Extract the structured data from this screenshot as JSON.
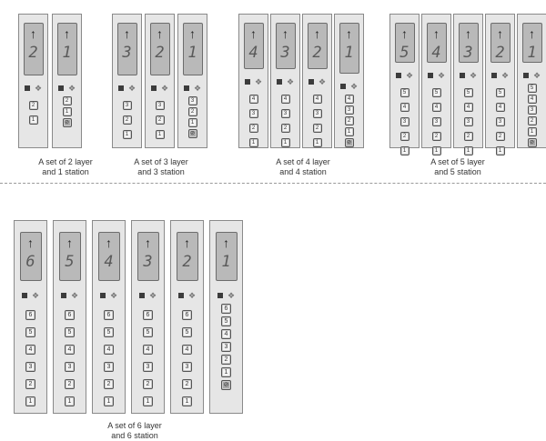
{
  "arrow_icon": "↑",
  "alarm_icon": "⊘",
  "groups": [
    {
      "line1": "A set of 2 layer",
      "line2": "and 1 station",
      "panels": [
        {
          "floor": "2",
          "buttons": [
            "2",
            "1"
          ]
        },
        {
          "floor": "1",
          "station": true,
          "buttons": [
            "2",
            "1"
          ]
        }
      ]
    },
    {
      "line1": "A set of 3 layer",
      "line2": "and 3 station",
      "panels": [
        {
          "floor": "3",
          "buttons": [
            "3",
            "2",
            "1"
          ]
        },
        {
          "floor": "2",
          "buttons": [
            "3",
            "2",
            "1"
          ]
        },
        {
          "floor": "1",
          "station": true,
          "buttons": [
            "3",
            "2",
            "1"
          ]
        }
      ]
    },
    {
      "line1": "A set of 4 layer",
      "line2": "and 4 station",
      "panels": [
        {
          "floor": "4",
          "buttons": [
            "4",
            "3",
            "2",
            "1"
          ]
        },
        {
          "floor": "3",
          "buttons": [
            "4",
            "3",
            "2",
            "1"
          ]
        },
        {
          "floor": "2",
          "buttons": [
            "4",
            "3",
            "2",
            "1"
          ]
        },
        {
          "floor": "1",
          "station": true,
          "buttons": [
            "4",
            "3",
            "2",
            "1"
          ]
        }
      ]
    },
    {
      "line1": "A set of 5 layer",
      "line2": "and 5 station",
      "panels": [
        {
          "floor": "5",
          "buttons": [
            "5",
            "4",
            "3",
            "2",
            "1"
          ]
        },
        {
          "floor": "4",
          "buttons": [
            "5",
            "4",
            "3",
            "2",
            "1"
          ]
        },
        {
          "floor": "3",
          "buttons": [
            "5",
            "4",
            "3",
            "2",
            "1"
          ]
        },
        {
          "floor": "2",
          "buttons": [
            "5",
            "4",
            "3",
            "2",
            "1"
          ]
        },
        {
          "floor": "1",
          "station": true,
          "buttons": [
            "5",
            "4",
            "3",
            "2",
            "1"
          ]
        }
      ]
    },
    {
      "line1": "A set of 6 layer",
      "line2": "and 6 station",
      "panels": [
        {
          "floor": "6",
          "buttons": [
            "6",
            "5",
            "4",
            "3",
            "2",
            "1"
          ]
        },
        {
          "floor": "5",
          "buttons": [
            "6",
            "5",
            "4",
            "3",
            "2",
            "1"
          ]
        },
        {
          "floor": "4",
          "buttons": [
            "6",
            "5",
            "4",
            "3",
            "2",
            "1"
          ]
        },
        {
          "floor": "3",
          "buttons": [
            "6",
            "5",
            "4",
            "3",
            "2",
            "1"
          ]
        },
        {
          "floor": "2",
          "buttons": [
            "6",
            "5",
            "4",
            "3",
            "2",
            "1"
          ]
        },
        {
          "floor": "1",
          "station": true,
          "buttons": [
            "6",
            "5",
            "4",
            "3",
            "2",
            "1"
          ]
        }
      ]
    }
  ]
}
